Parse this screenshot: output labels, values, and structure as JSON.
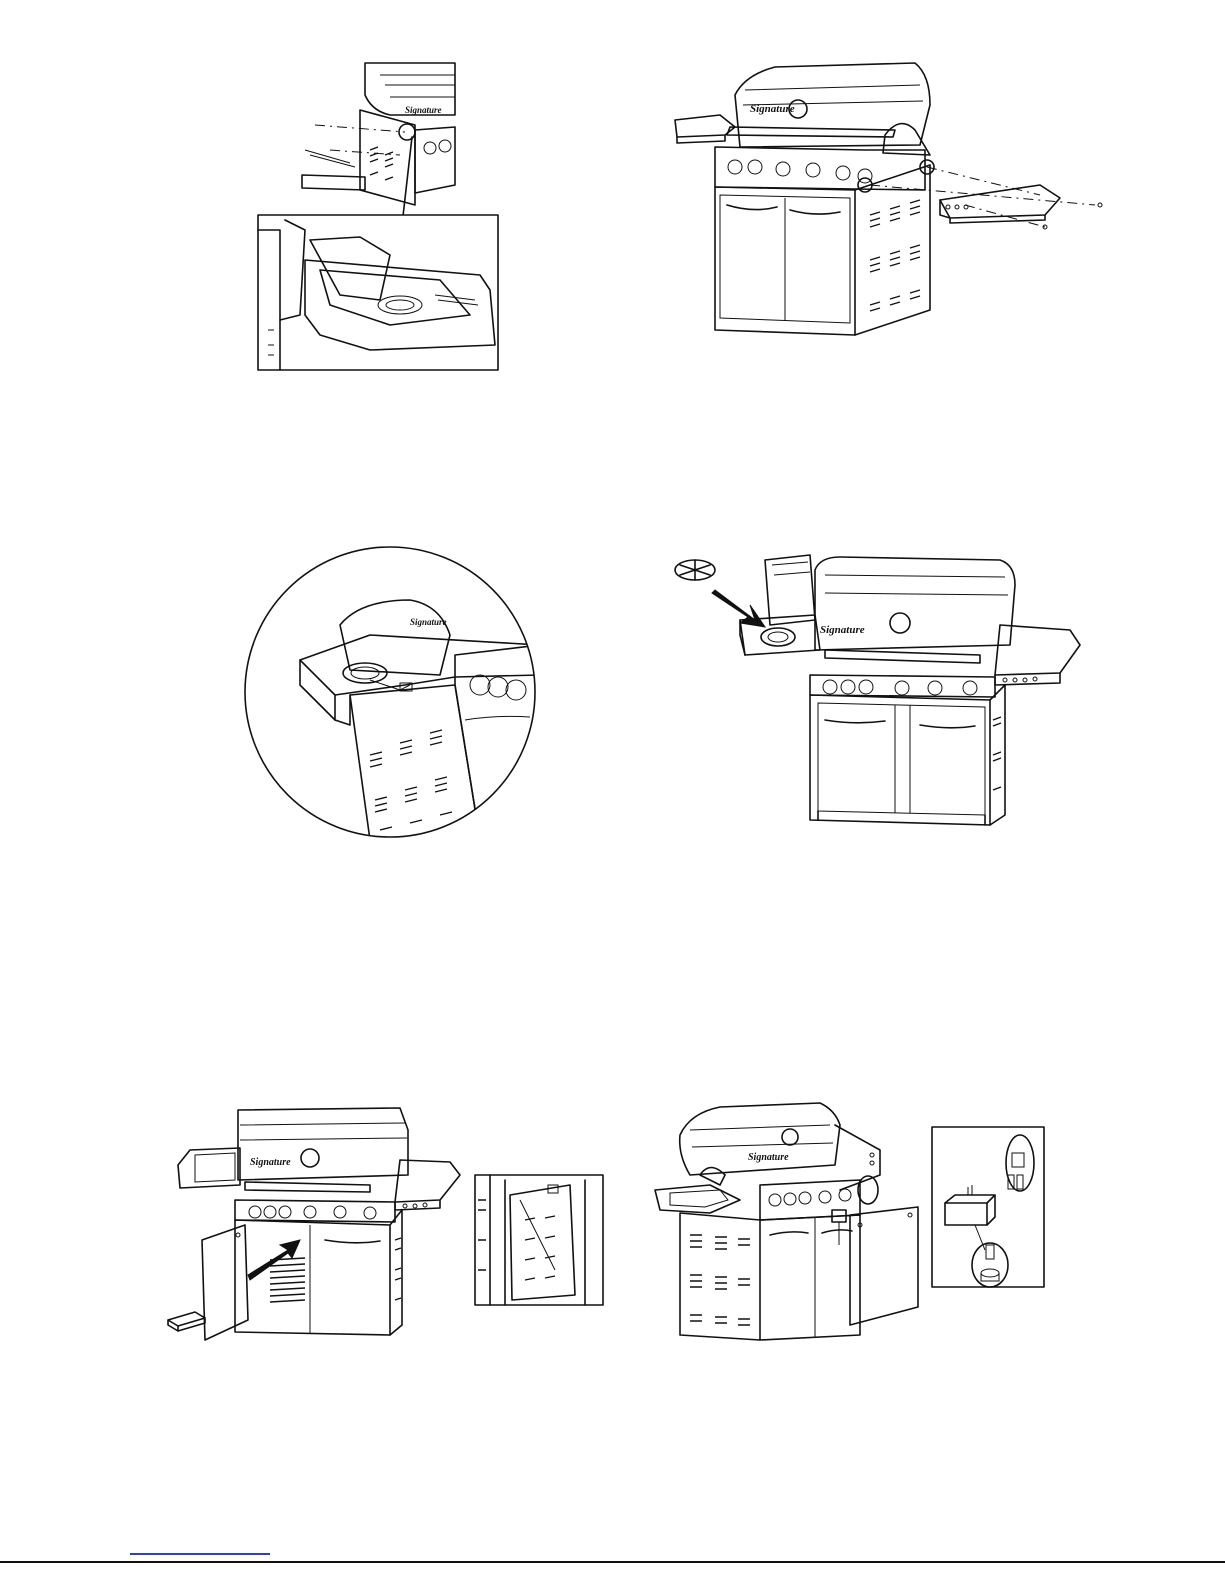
{
  "brand_text": "Signature",
  "colors": {
    "line": "#111111",
    "background": "#ffffff",
    "link": "#2b3fd6"
  },
  "figures": [
    {
      "name": "side-shelf-burner-insert",
      "icons": [
        "grill",
        "arrow-down",
        "detail-inset"
      ]
    },
    {
      "name": "right-side-shelf-attach",
      "icons": [
        "grill",
        "screw-callout"
      ]
    },
    {
      "name": "side-burner-closeup",
      "icons": [
        "magnifier-circle",
        "burner"
      ]
    },
    {
      "name": "burner-grate-placement",
      "icons": [
        "grate",
        "arrow"
      ]
    },
    {
      "name": "grease-tray-insert",
      "icons": [
        "grill",
        "tray",
        "arrow",
        "detail-inset"
      ]
    },
    {
      "name": "igniter-battery-install",
      "icons": [
        "grill",
        "igniter",
        "battery",
        "detail-inset"
      ]
    }
  ]
}
